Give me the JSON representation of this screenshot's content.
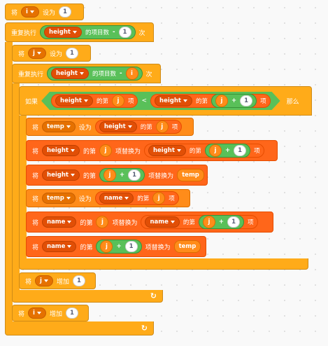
{
  "labels": {
    "set": "将",
    "set_to": "设为",
    "repeat": "重复执行",
    "times": "次",
    "length_of": "的项目数",
    "minus": "-",
    "plus": "+",
    "if": "如果",
    "then": "那么",
    "item_of": "的第",
    "item": "项",
    "less_than": "<",
    "replace_with": "项替换为",
    "change_by": "增加"
  },
  "variables": {
    "i": "i",
    "j": "j",
    "temp": "temp"
  },
  "lists": {
    "height": "height",
    "name": "name"
  },
  "numbers": {
    "one": "1"
  },
  "colors": {
    "control": "#FFAB19",
    "variable": "#FF8C1A",
    "list": "#FF661A",
    "operator": "#59C059",
    "background": "#F9F9F9"
  }
}
